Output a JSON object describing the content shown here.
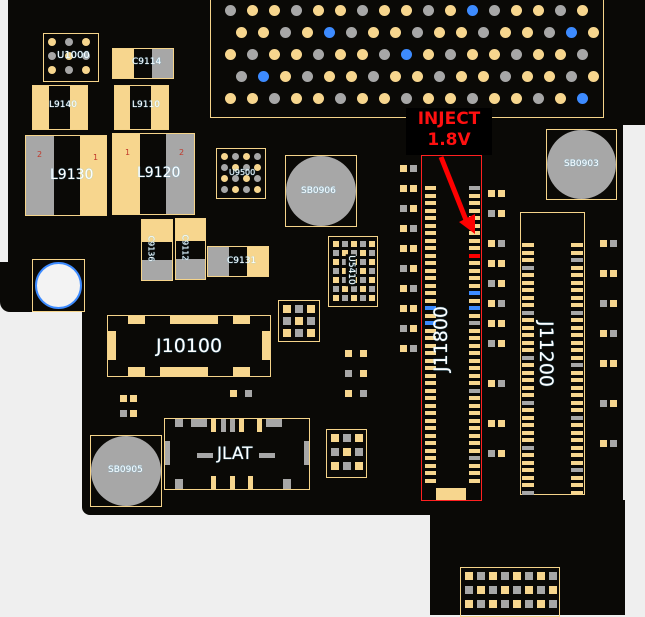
{
  "annotation": {
    "line1": "INJECT",
    "line2": "1.8V",
    "color": "#ff0000"
  },
  "components": {
    "u1000": "U1000",
    "c9114": "C9114",
    "l9140": "L9140",
    "l9110": "L9110",
    "l9130": "L9130",
    "l9120": "L9120",
    "u9500": "U9500",
    "c9136": "C9136",
    "c9112": "C9112",
    "c9131": "C9131",
    "sb0906": "SB0906",
    "sb0903": "SB0903",
    "sb0905": "SB0905",
    "u5410": "U5410",
    "j10100": "J10100",
    "jlat": "JLAT",
    "j11800": "J11800",
    "j11200": "J11200"
  },
  "pin_labels": {
    "one": "1",
    "two": "2"
  },
  "colors": {
    "board": "#0a0906",
    "pad": "#f7d68e",
    "gray_pad": "#a7a7a7",
    "highlight": "#ff0000",
    "blue_pad": "#3d8bff"
  }
}
